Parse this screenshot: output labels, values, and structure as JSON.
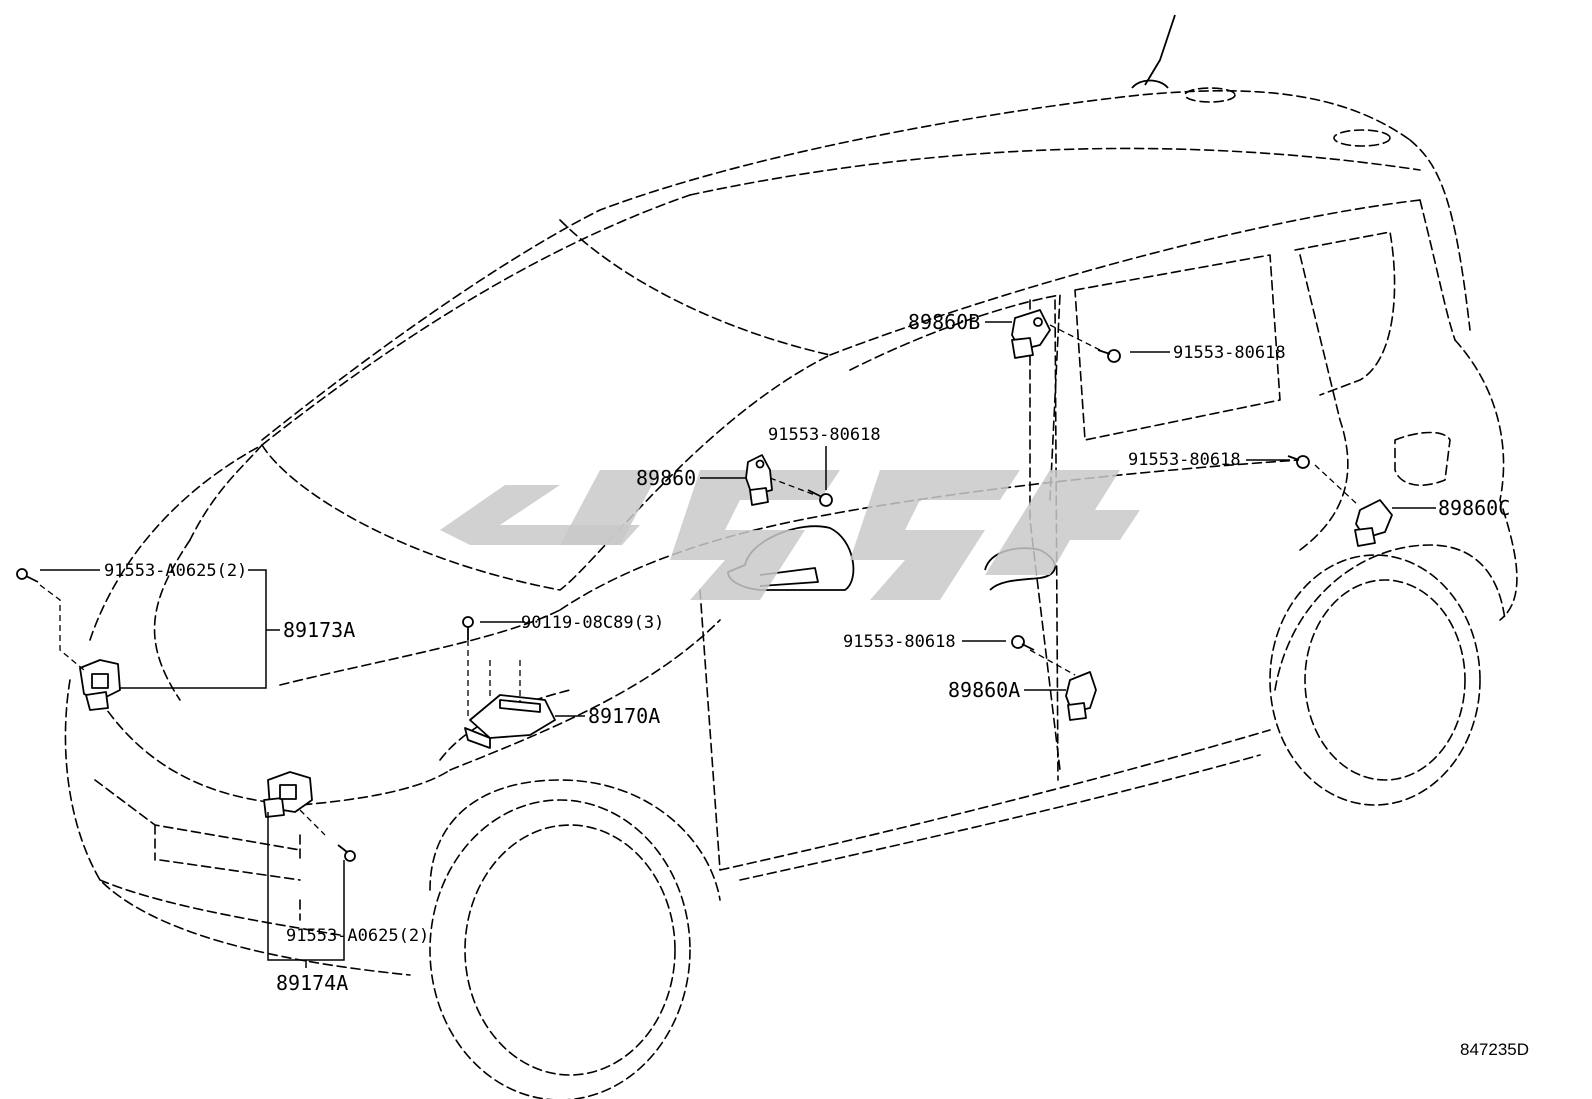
{
  "labels": {
    "p89860B": "89860B",
    "p89860": "89860",
    "p89860C": "89860C",
    "p89860A": "89860A",
    "p89173A": "89173A",
    "p89170A": "89170A",
    "p89174A": "89174A",
    "bolt_door_rear": "91553-80618",
    "bolt_front_pillar": "91553-80618",
    "bolt_rear_quarter": "91553-80618",
    "bolt_lower_door": "91553-80618",
    "bolt_front_upper": "91553-A0625(2)",
    "bolt_front_lower": "91553-A0625(2)",
    "bolt_ecu": "90119-08C89(3)"
  },
  "figure_code": "847235D"
}
